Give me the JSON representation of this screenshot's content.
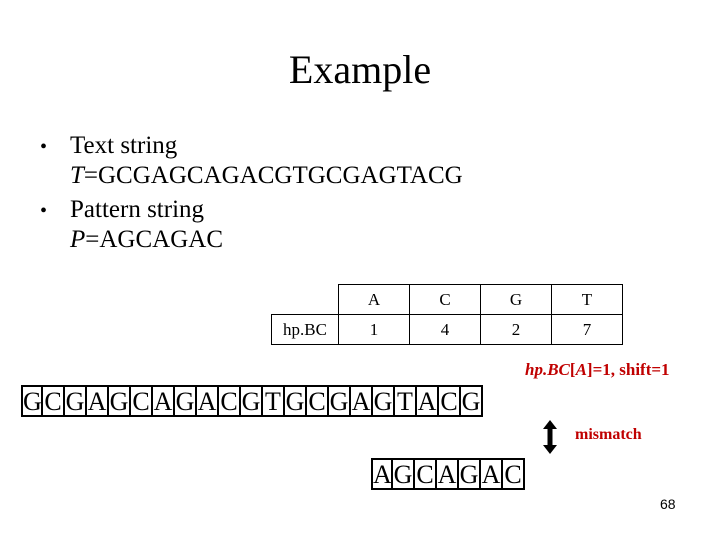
{
  "slide": {
    "title": "Example",
    "page_number": "68",
    "colors": {
      "highlight": "#c00000",
      "arrow": "#000000"
    }
  },
  "bullets": [
    {
      "label": "Text string",
      "var": "T",
      "value": "=GCGAGCAGACGTGCGAGTACG"
    },
    {
      "label": "Pattern string",
      "var": "P",
      "value": "=AGCAGAC"
    }
  ],
  "bad_char_table": {
    "row_label": "hp.BC",
    "columns": [
      "A",
      "C",
      "G",
      "T"
    ],
    "values": [
      "1",
      "4",
      "2",
      "7"
    ]
  },
  "shift_note": {
    "func": "hp.BC",
    "open": "[",
    "arg": "A",
    "rest": "]=1, shift=1"
  },
  "text_chars": [
    "G",
    "C",
    "G",
    "A",
    "G",
    "C",
    "A",
    "G",
    "A",
    "C",
    "G",
    "T",
    "G",
    "C",
    "G",
    "A",
    "G",
    "T",
    "A",
    "C",
    "G"
  ],
  "pattern_chars": [
    "A",
    "G",
    "C",
    "A",
    "G",
    "A",
    "C"
  ],
  "mismatch_label": "mismatch",
  "icons": {
    "mismatch_arrow": "double-headed-arrow-icon"
  }
}
